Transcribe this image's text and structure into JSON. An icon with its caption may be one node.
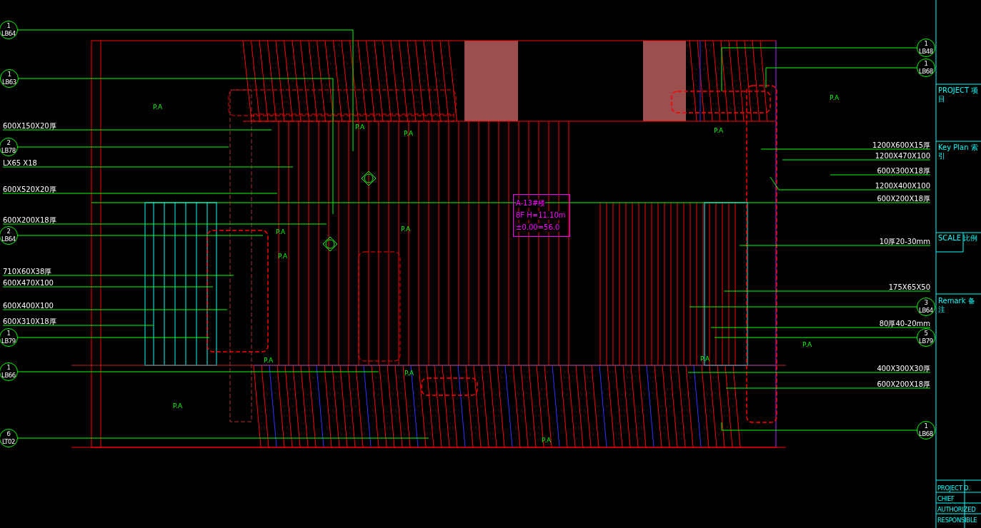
{
  "diagram": {
    "nodes": [
      {
        "text": [
          "1",
          "LB64"
        ]
      },
      {
        "text": [
          "1",
          "LB63"
        ]
      },
      {
        "text": [
          "600X150X20厚"
        ]
      },
      {
        "text": [
          "2",
          "LB78"
        ]
      },
      {
        "text": [
          "LX65 X18"
        ]
      },
      {
        "text": [
          "600X520X20厚"
        ]
      },
      {
        "text": [
          "600X200X18厚"
        ]
      },
      {
        "text": [
          "2",
          "LB64"
        ]
      },
      {
        "text": [
          "710X60X38厚"
        ]
      },
      {
        "text": [
          "600X470X100"
        ]
      },
      {
        "text": [
          "600X400X100"
        ]
      },
      {
        "text": [
          "600X310X18厚"
        ]
      },
      {
        "text": [
          "1",
          "LB79"
        ]
      },
      {
        "text": [
          "1",
          "LB66"
        ]
      },
      {
        "text": [
          "6",
          "LT02"
        ]
      },
      {
        "text": [
          "1",
          "LB48"
        ]
      },
      {
        "text": [
          "1",
          "LB68"
        ]
      },
      {
        "text": [
          "1200X600X15厚"
        ]
      },
      {
        "text": [
          "1200X470X100"
        ]
      },
      {
        "text": [
          "600X300X18厚"
        ]
      },
      {
        "text": [
          "1200X400X100"
        ]
      },
      {
        "text": [
          "600X200X18厚"
        ]
      },
      {
        "text": [
          "10厚20-30mm"
        ]
      },
      {
        "text": [
          "175X65X50"
        ]
      },
      {
        "text": [
          "3",
          "LB64"
        ]
      },
      {
        "text": [
          "80厚40-20mm"
        ]
      },
      {
        "text": [
          "5",
          "LB79"
        ]
      },
      {
        "text": [
          "400X300X30厚"
        ]
      },
      {
        "text": [
          "600X200X18厚"
        ]
      },
      {
        "text": [
          "1",
          "LB68"
        ]
      },
      {
        "text": [
          "A-13#楼",
          "8F  H=11.10m",
          "±0.00=56.0"
        ]
      }
    ],
    "edges": [
      {
        "from": 0,
        "to": null,
        "arrow": "none"
      },
      {
        "from": 1,
        "to": null,
        "arrow": "none"
      },
      {
        "from": 2,
        "to": null,
        "arrow": "none"
      },
      {
        "from": 3,
        "to": null,
        "arrow": "none"
      },
      {
        "from": 4,
        "to": null,
        "arrow": "none"
      },
      {
        "from": 5,
        "to": null,
        "arrow": "none"
      },
      {
        "from": 6,
        "to": null,
        "arrow": "none"
      },
      {
        "from": 7,
        "to": null,
        "arrow": "none"
      },
      {
        "from": 8,
        "to": null,
        "arrow": "none"
      },
      {
        "from": 9,
        "to": null,
        "arrow": "none"
      },
      {
        "from": 10,
        "to": null,
        "arrow": "none"
      },
      {
        "from": 11,
        "to": null,
        "arrow": "none"
      },
      {
        "from": 12,
        "to": null,
        "arrow": "none"
      },
      {
        "from": 13,
        "to": null,
        "arrow": "none"
      },
      {
        "from": 14,
        "to": null,
        "arrow": "none"
      },
      {
        "from": 15,
        "to": null,
        "arrow": "none"
      },
      {
        "from": 16,
        "to": null,
        "arrow": "none"
      },
      {
        "from": 17,
        "to": null,
        "arrow": "none"
      },
      {
        "from": 18,
        "to": null,
        "arrow": "none"
      },
      {
        "from": 19,
        "to": null,
        "arrow": "none"
      },
      {
        "from": 20,
        "to": null,
        "arrow": "none"
      },
      {
        "from": 21,
        "to": null,
        "arrow": "none"
      },
      {
        "from": 22,
        "to": null,
        "arrow": "none"
      },
      {
        "from": 23,
        "to": null,
        "arrow": "none"
      },
      {
        "from": 24,
        "to": null,
        "arrow": "none"
      },
      {
        "from": 25,
        "to": null,
        "arrow": "none"
      },
      {
        "from": 26,
        "to": null,
        "arrow": "none"
      },
      {
        "from": 27,
        "to": null,
        "arrow": "none"
      },
      {
        "from": 28,
        "to": null,
        "arrow": "none"
      },
      {
        "from": 29,
        "to": null,
        "arrow": "none"
      }
    ],
    "labels": [
      "P.A",
      "P.A",
      "P.A",
      "P.A",
      "P.A",
      "P.A",
      "P.A",
      "P.A",
      "P.A",
      "P.A",
      "P.A",
      "P.A",
      "P.A",
      "P.A",
      "PROJECT 项目",
      "Key Plan 索引",
      "SCALE 比例",
      "Remark 备注",
      "PROJECT D.",
      "CHIEF",
      "AUTHORIZED",
      "RESPONSIBLE"
    ]
  }
}
